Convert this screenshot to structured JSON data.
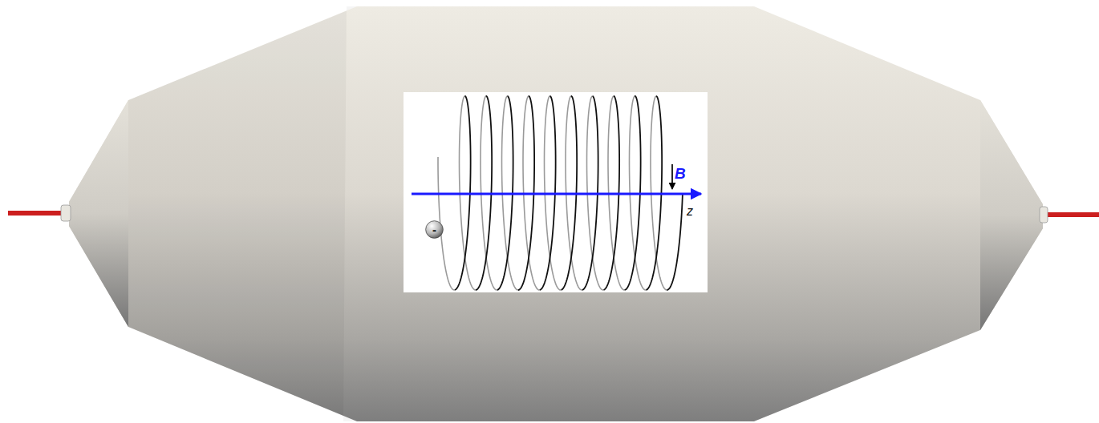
{
  "diagram": {
    "nodes": [
      {
        "text": [
          "-"
        ]
      }
    ],
    "labels": [
      "B",
      "z"
    ]
  }
}
